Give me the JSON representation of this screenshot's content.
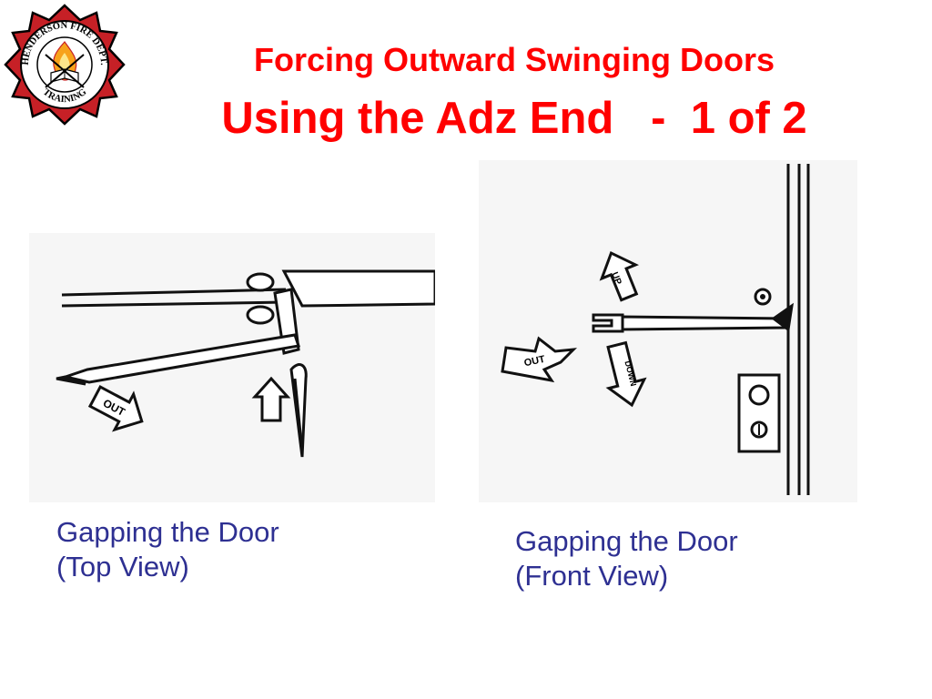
{
  "logo": {
    "ring_text_top": "HENDERSON FIRE DEPT.",
    "ring_text_bottom": "TRAINING",
    "colors": {
      "cross": "#c62026",
      "ring": "#ffffff",
      "flame": "#f7a21b",
      "outline": "#000000"
    }
  },
  "slide": {
    "title_line1": "Forcing Outward Swinging Doors",
    "title_line2": "Using the Adz End   -  1 of 2",
    "title_color": "#ff0000",
    "caption_color": "#2e3092"
  },
  "figures": {
    "top_view": {
      "arrow_text": "OUT",
      "caption_line1": "Gapping the Door",
      "caption_line2": "(Top View)"
    },
    "front_view": {
      "arrow_up_text": "UP",
      "arrow_out_text": "OUT",
      "arrow_down_text": "DOWN",
      "caption_line1": "Gapping the Door",
      "caption_line2": "(Front View)"
    }
  }
}
